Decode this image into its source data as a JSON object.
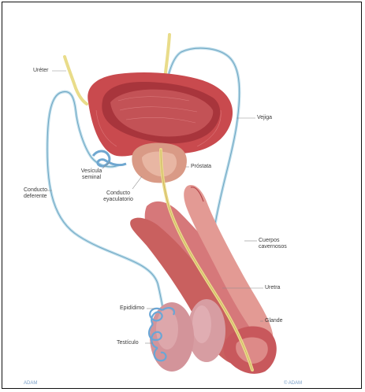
{
  "labels": {
    "uretes": "Uréter",
    "vejiga": "Vejiga",
    "vesicula": "Vesícula seminal",
    "prostata": "Próstata",
    "conducto_eyaculatorio": "Conducto eyaculatorio",
    "conducto_deferente": "Conducto deferente",
    "cuerpos_cavernosos": "Cuerpos cavernosos",
    "uretra": "Uretra",
    "glande": "Glande",
    "epididimo": "Epidídimo",
    "testiculo": "Testículo"
  },
  "footer": {
    "left": "ADAM",
    "right": "© ADAM"
  }
}
